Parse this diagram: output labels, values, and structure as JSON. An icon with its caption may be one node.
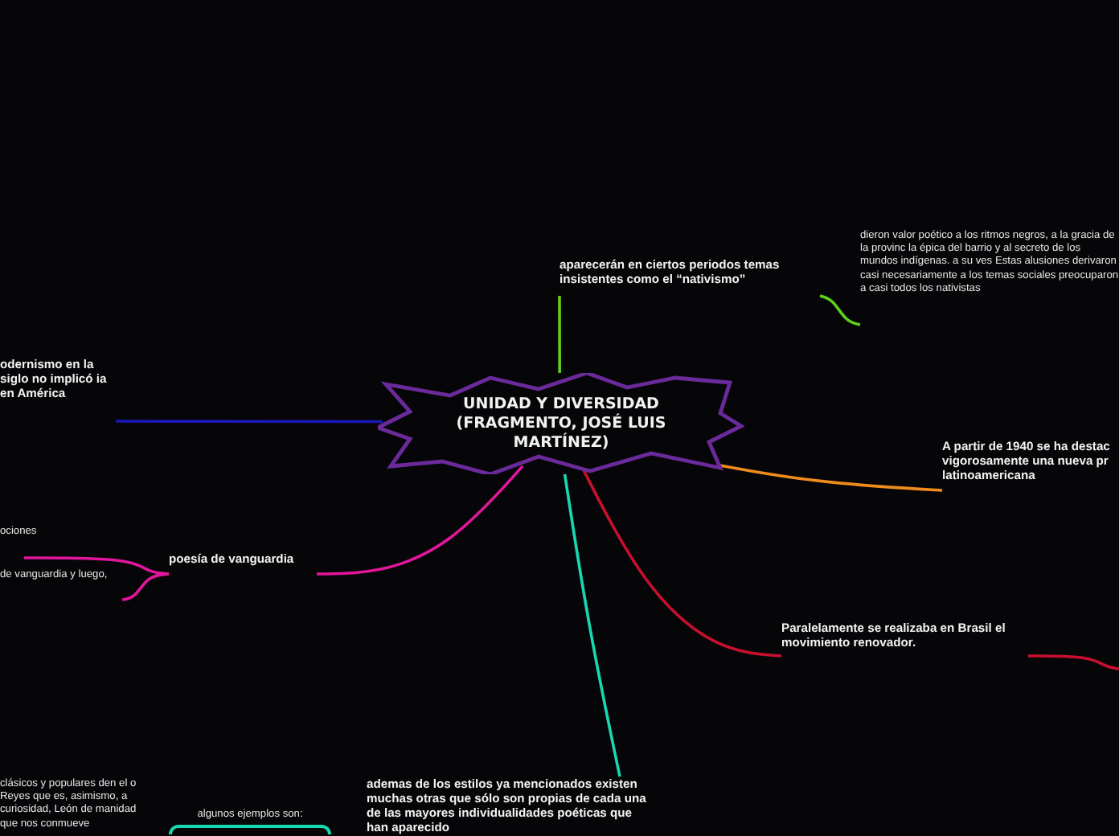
{
  "diagram": {
    "nodes": [
      {
        "text": [
          "UNIDAD Y DIVERSIDAD (FRAGMENTO, JOSÉ LUIS MARTÍNEZ)"
        ]
      },
      {
        "text": [
          "aparecerán en ciertos periodos temas insistentes como el “nativismo”"
        ]
      },
      {
        "text": [
          "dieron valor poético a los ritmos negros, a la gracia de la provinc la épica del barrio y al secreto de los mundos indígenas. a su ves Estas alusiones derivaron casi necesariamente a los temas sociales preocuparon a casi todos los nativistas"
        ]
      },
      {
        "text": [
          "A partir de 1940 se ha destac vigorosamente una nueva pr latinoamericana"
        ]
      },
      {
        "text": [
          "Paralelamente se realizaba en Brasil el movimiento renovador."
        ]
      },
      {
        "text": [
          "ademas de los estilos ya mencionados existen muchas otras que sólo son propias de cada una de las mayores individualidades poéticas que han aparecido"
        ]
      },
      {
        "text": [
          "algunos ejemplos son:"
        ]
      },
      {
        "text": [
          "clásicos y populares den el o Reyes que es, asimismo, a curiosidad, León de manidad que nos conmueve"
        ]
      },
      {
        "text": [
          "poesía de vanguardia"
        ]
      },
      {
        "text": [
          "ociones"
        ]
      },
      {
        "text": [
          "de vanguardia y luego,"
        ]
      },
      {
        "text": [
          "odernismo en la siglo no implicó ia en América"
        ]
      }
    ],
    "edges": [
      {
        "from": 0,
        "to": 1,
        "arrow": "none",
        "color": "#5cd11a"
      },
      {
        "from": 1,
        "to": 2,
        "arrow": "none",
        "color": "#5cd11a"
      },
      {
        "from": 0,
        "to": 3,
        "arrow": "none",
        "color": "#f08c1c"
      },
      {
        "from": 0,
        "to": 4,
        "arrow": "none",
        "color": "#c8102e"
      },
      {
        "from": 4,
        "to": null,
        "arrow": "none",
        "color": "#c8102e"
      },
      {
        "from": 0,
        "to": 5,
        "arrow": "none",
        "color": "#18d8b0"
      },
      {
        "from": 0,
        "to": 8,
        "arrow": "none",
        "color": "#e2169c"
      },
      {
        "from": 8,
        "to": 9,
        "arrow": "none",
        "color": "#e2169c"
      },
      {
        "from": 8,
        "to": 10,
        "arrow": "none",
        "color": "#e2169c"
      },
      {
        "from": 0,
        "to": 11,
        "arrow": "none",
        "color": "#1c18b8"
      }
    ]
  }
}
